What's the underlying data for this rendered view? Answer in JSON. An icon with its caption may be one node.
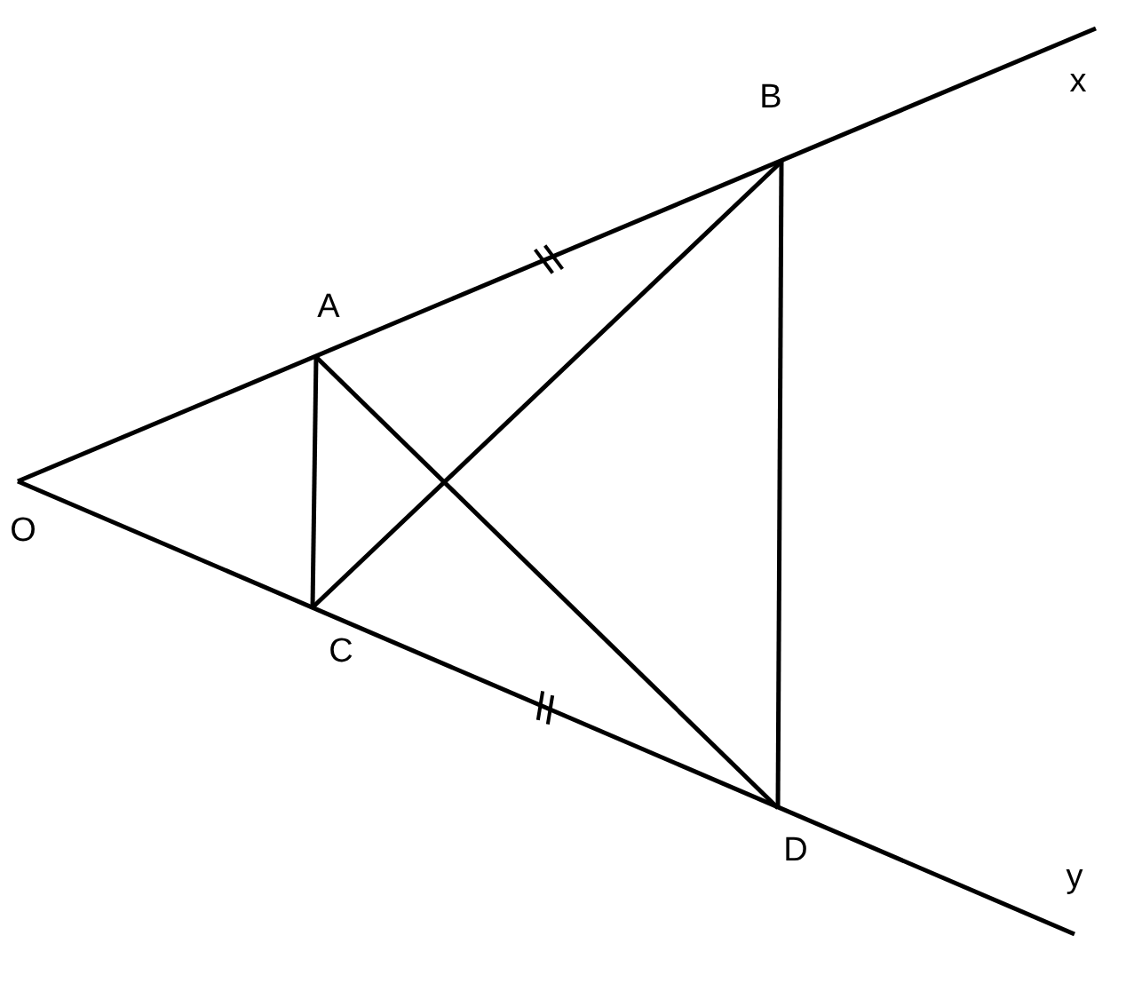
{
  "diagram": {
    "labels": [
      "B",
      "x",
      "A",
      "O",
      "C",
      "D",
      "y"
    ]
  }
}
